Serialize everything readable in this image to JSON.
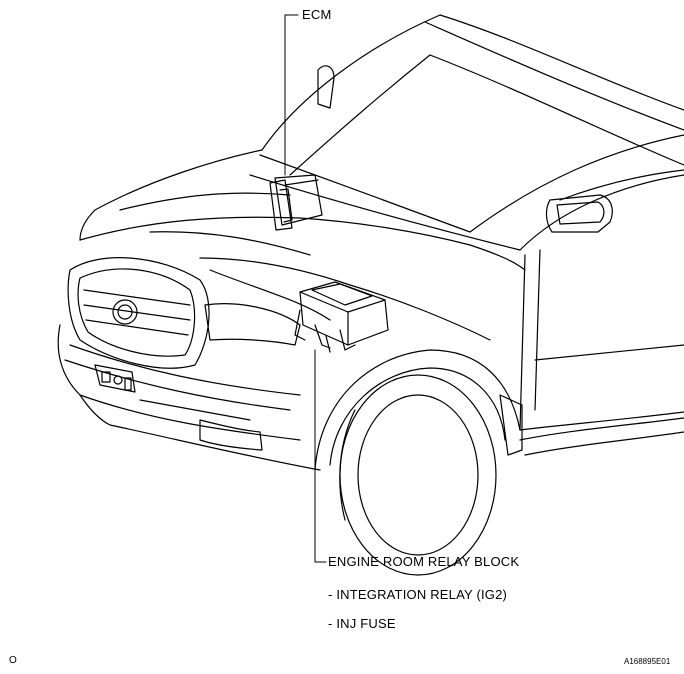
{
  "labels": {
    "ecm": "ECM",
    "relay_block": "ENGINE ROOM RELAY BLOCK",
    "relay_item_1": "- INTEGRATION RELAY (IG2)",
    "relay_item_2": "- INJ FUSE",
    "figure_code": "A168895E01",
    "corner_mark": "O"
  },
  "colors": {
    "line": "#000000",
    "background": "#ffffff"
  }
}
